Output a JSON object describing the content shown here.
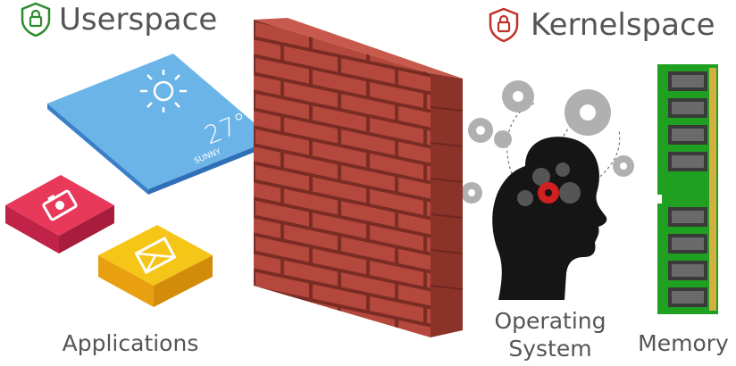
{
  "userspace": {
    "title": "Userspace",
    "shield_color": "#2e8b2e",
    "weather_card": {
      "temperature": "27°",
      "condition": "SUNNY",
      "color": "#6ab4e8"
    },
    "camera_tile_color": "#e8395a",
    "image_tile_color": "#f5c518",
    "label": "Applications"
  },
  "kernelspace": {
    "title": "Kernelspace",
    "shield_color": "#c0302a",
    "os_label_line1": "Operating",
    "os_label_line2": "System",
    "memory_label": "Memory"
  },
  "wall": {
    "color": "#b5483c",
    "icon": "brick-wall"
  }
}
